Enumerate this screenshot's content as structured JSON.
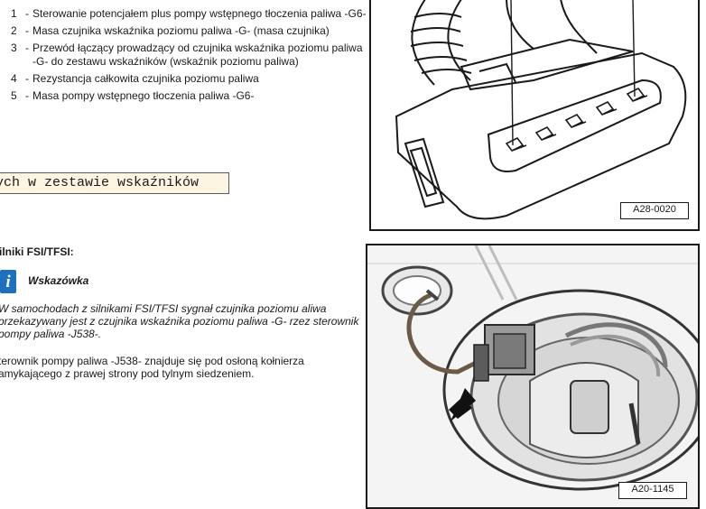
{
  "legend": [
    {
      "num": "1",
      "dash": "-",
      "text": "Sterowanie potencjałem plus pompy wstępnego tłoczenia paliwa -G6-"
    },
    {
      "num": "2",
      "dash": "-",
      "text": "Masa czujnika wskaźnika poziomu paliwa -G- (masa czujnika)"
    },
    {
      "num": "3",
      "dash": "-",
      "text": "Przewód łączący prowadzący od czujnika wskaźnika poziomu paliwa -G- do zestawu wskaźników (wskaźnik poziomu paliwa)"
    },
    {
      "num": "4",
      "dash": "-",
      "text": "Rezystancja całkowita czujnika poziomu paliwa"
    },
    {
      "num": "5",
      "dash": "-",
      "text": "Masa pompy wstępnego tłoczenia paliwa -G6-"
    }
  ],
  "highlight_text": "ych w zestawie wskaźników",
  "section_heading": "ilniki FSI/TFSI:",
  "note": {
    "icon_glyph": "i",
    "title": "Wskazówka",
    "paragraph1": "W samochodach z silnikami FSI/TFSI sygnał czujnika poziomu aliwa przekazywany jest z czujnika wskaźnika poziomu paliwa -G- rzez sterownik pompy paliwa -J538-.",
    "paragraph2": "terownik pompy paliwa -J538- znajduje się pod osłoną kołnierza amykającego z prawej strony pod tylnym siedzeniem."
  },
  "figures": [
    {
      "label": "A28-0020"
    },
    {
      "label": "A20-1145"
    }
  ]
}
